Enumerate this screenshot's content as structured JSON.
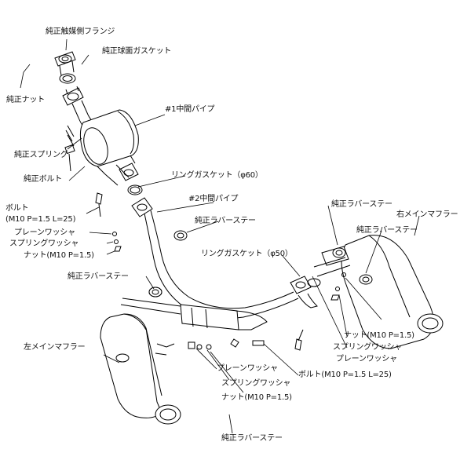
{
  "labels": {
    "cat_flange": "純正触媒側フランジ",
    "ball_gasket": "純正球面ガスケット",
    "nut": "純正ナット",
    "pipe1": "#1中間パイプ",
    "spring": "純正スプリング",
    "bolt": "純正ボルト",
    "ring_gasket_60": "リングガスケット（φ60）",
    "pipe2": "#2中間パイプ",
    "bolt_left": "ボルト",
    "bolt_left_spec": "(M10 P=1.5 L=25)",
    "plain_washer_left": "プレーンワッシャ",
    "spring_washer_left": "スプリングワッシャ",
    "nut_left": "ナット(M10 P=1.5)",
    "rubber_stay_center": "純正ラバーステー",
    "rubber_stay_right_top": "純正ラバーステー",
    "right_muffler": "右メインマフラー",
    "rubber_stay_right": "純正ラバーステー",
    "ring_gasket_50": "リングガスケット（φ50）",
    "rubber_stay_left": "純正ラバーステー",
    "nut_right": "ナット(M10 P=1.5)",
    "spring_washer_right": "スプリングワッシャ",
    "plain_washer_right": "プレーンワッシャ",
    "left_muffler": "左メインマフラー",
    "plain_washer_bottom": "プレーンワッシャ",
    "bolt_bottom": "ボルト(M10 P=1.5 L=25)",
    "spring_washer_bottom": "スプリングワッシャ",
    "nut_bottom": "ナット(M10 P=1.5)",
    "rubber_stay_bottom": "純正ラバーステー"
  }
}
